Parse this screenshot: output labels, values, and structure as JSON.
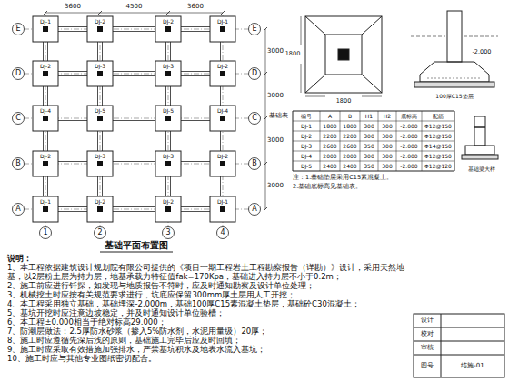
{
  "diagram": {
    "title": "基础平面布置图",
    "labels": [
      "1",
      "2",
      "3",
      "4",
      "A",
      "B",
      "C",
      "D",
      "E",
      "A",
      "B",
      "C",
      "D",
      "E",
      "3600",
      "4500",
      "3600",
      "3000",
      "3000",
      "3000",
      "3000",
      "DJ-1",
      "DJ-2",
      "DJ-2",
      "DJ-1",
      "DJ-2",
      "DJ-3",
      "DJ-3",
      "DJ-2",
      "DJ-4",
      "DJ-5",
      "DJ-5",
      "DJ-4",
      "DJ-2",
      "DJ-3",
      "DJ-3",
      "DJ-2",
      "DJ-1",
      "DJ-2",
      "DJ-2",
      "DJ-1",
      "1800",
      "1800",
      "-2.000",
      "100厚C15垫层",
      "基础表",
      "编号",
      "A",
      "B",
      "H1",
      "H2",
      "底标高",
      "配筋",
      "DJ-1",
      "1800",
      "1800",
      "300",
      "300",
      "-2.000",
      "Φ12@150",
      "DJ-2",
      "2200",
      "2200",
      "300",
      "300",
      "-2.000",
      "Φ12@150",
      "DJ-3",
      "2600",
      "2600",
      "350",
      "300",
      "-2.000",
      "Φ14@150",
      "DJ-4",
      "2000",
      "2000",
      "300",
      "300",
      "-2.000",
      "Φ12@150",
      "DJ-5",
      "2400",
      "2400",
      "350",
      "300",
      "-2.000",
      "Φ12@120",
      "注：1.基础垫层采用C15素混凝土。",
      "2.基础底标高见基础表。",
      "基础梁大样",
      "说明：",
      "1、本工程依据建筑设计规划院有限公司提供的《项目一期工程岩土工程勘察报告（详勘）》设计，采用天然地基，以2层粉土层为持力层，地基承载力特征值fak=170Kpa，基础进入持力层不小于0.2m；",
      "2、施工前应进行钎探，如发现与地质报告不符时，应及时通知勘察及设计单位处理；",
      "3、机械挖土时应按有关规范要求进行，坑底应保留300mm厚土层用人工开挖；",
      "4、本工程采用独立基础，基础埋深-2.000m，基础100厚C15素混凝土垫层，基础砼C30混凝土；",
      "5、基坑开挖时应注意边坡稳定，并及时通知设计单位验槽；",
      "6、本工程±0.000相当于绝对标高29.000；",
      "7、防潮层做法：2.5厚防水砂浆（掺入5%防水剂，水泥用量级）20厚；",
      "8、施工时应遵循先深后浅的原则，基础施工完毕后应及时回填；",
      "9、施工时应采取有效措施加强排水，严禁基坑积水及地表水流入基坑；",
      "10、施工时应与其他专业图纸密切配合。",
      "设计",
      "校对",
      "审核",
      "图号",
      "结施-01"
    ]
  }
}
